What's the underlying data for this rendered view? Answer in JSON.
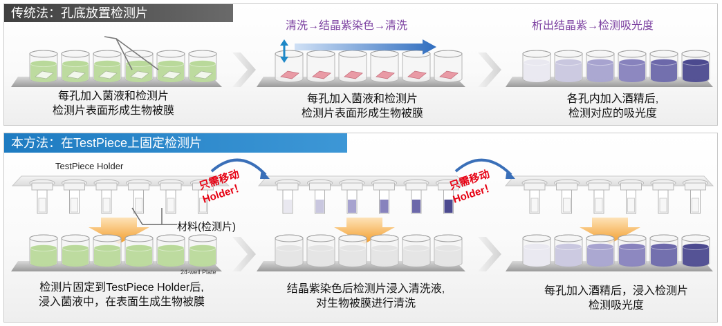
{
  "traditional": {
    "title": "传统法：孔底放置检测片",
    "step2_note": "清洗→结晶紫染色→清洗",
    "step3_note": "析出结晶紫→检测吸光度",
    "caption1": [
      "每孔加入菌液和检测片",
      "检测片表面形成生物被膜"
    ],
    "caption2": [
      "每孔加入菌液和检测片",
      "检测片表面形成生物被膜"
    ],
    "caption3": [
      "各孔内加入酒精后,",
      "检测对应的吸光度"
    ]
  },
  "method": {
    "title": "本方法：在TestPiece上固定检测片",
    "holder_label": "TestPiece Holder",
    "material_label": "材料(检测片)",
    "plate_label": "24-well Plate",
    "move_note_1": [
      "只需移动",
      "Holder！"
    ],
    "move_note_2": [
      "只需移动",
      "Holder！"
    ],
    "caption1": [
      "检测片固定到TestPiece Holder后,",
      "浸入菌液中，在表面生成生物被膜"
    ],
    "caption2": [
      "结晶紫染色后检测片浸入清洗液,",
      "对生物被膜进行清洗"
    ],
    "caption3": [
      "每孔加入酒精后，浸入检测片",
      "检测吸光度"
    ]
  },
  "colors": {
    "green_liquid": "#b9d99a",
    "pink_chip": "#e99aa5",
    "purple_levels": [
      "#e9e8f0",
      "#c9c7df",
      "#a7a3cf",
      "#8782bd",
      "#6c68aa",
      "#4c4a8f"
    ],
    "blue_arrow": "#3a78c8",
    "orange_arrow": "#f6b24a",
    "title_dark": "#505050",
    "title_blue": "#2589cf",
    "note_purple": "#7b3fa0",
    "note_red": "#e60012"
  }
}
